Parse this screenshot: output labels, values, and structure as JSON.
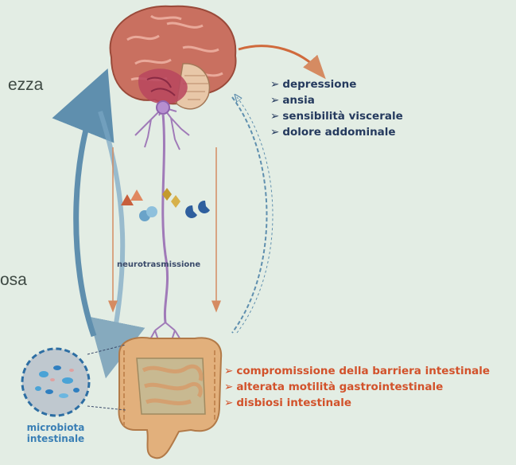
{
  "left_partial_labels": [
    "ezza",
    "osa"
  ],
  "brain_effects": [
    "depressione",
    "ansia",
    "sensibilità viscerale",
    "dolore addominale"
  ],
  "gut_effects": [
    "compromissione della barriera intestinale",
    "alterata motilità gastrointestinale",
    "disbiosi intestinale"
  ],
  "center_label": "neurotrasmissione",
  "microbiota_label": {
    "line1": "microbiota",
    "line2": "intestinale"
  },
  "bullet_glyph": "➢",
  "colors": {
    "background": "#e3ede4",
    "brain_text": "#253a5e",
    "gut_text": "#d2522b",
    "microbiota_text": "#3a7fb5",
    "arrow_blue": "#5f8fae",
    "arrow_orange": "#d58b62"
  }
}
